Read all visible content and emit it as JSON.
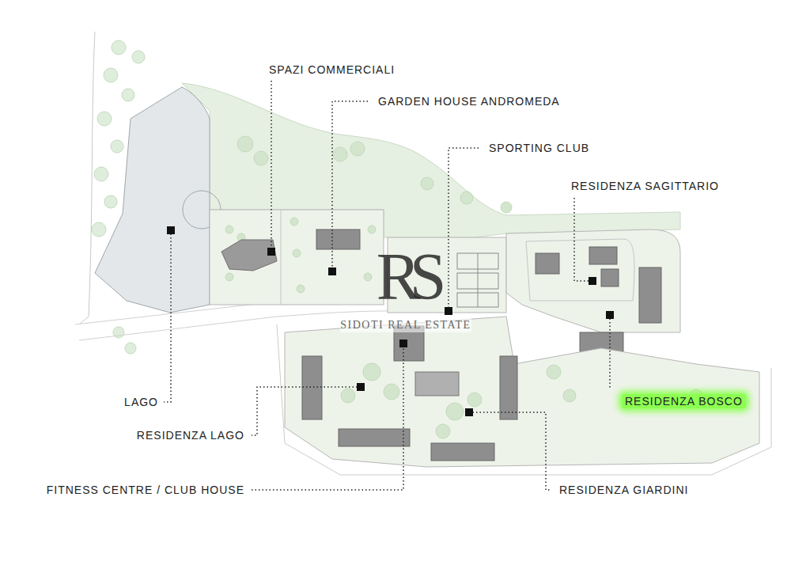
{
  "diagram": {
    "labels": [
      "SPAZI COMMERCIALI",
      "GARDEN HOUSE ANDROMEDA",
      "SPORTING CLUB",
      "RESIDENZA SAGITTARIO",
      "RS",
      "SIDOTI REAL ESTATE",
      "LAGO",
      "RESIDENZA BOSCO",
      "RESIDENZA LAGO",
      "FITNESS CENTRE / CLUB HOUSE",
      "RESIDENZA GIARDINI"
    ]
  }
}
